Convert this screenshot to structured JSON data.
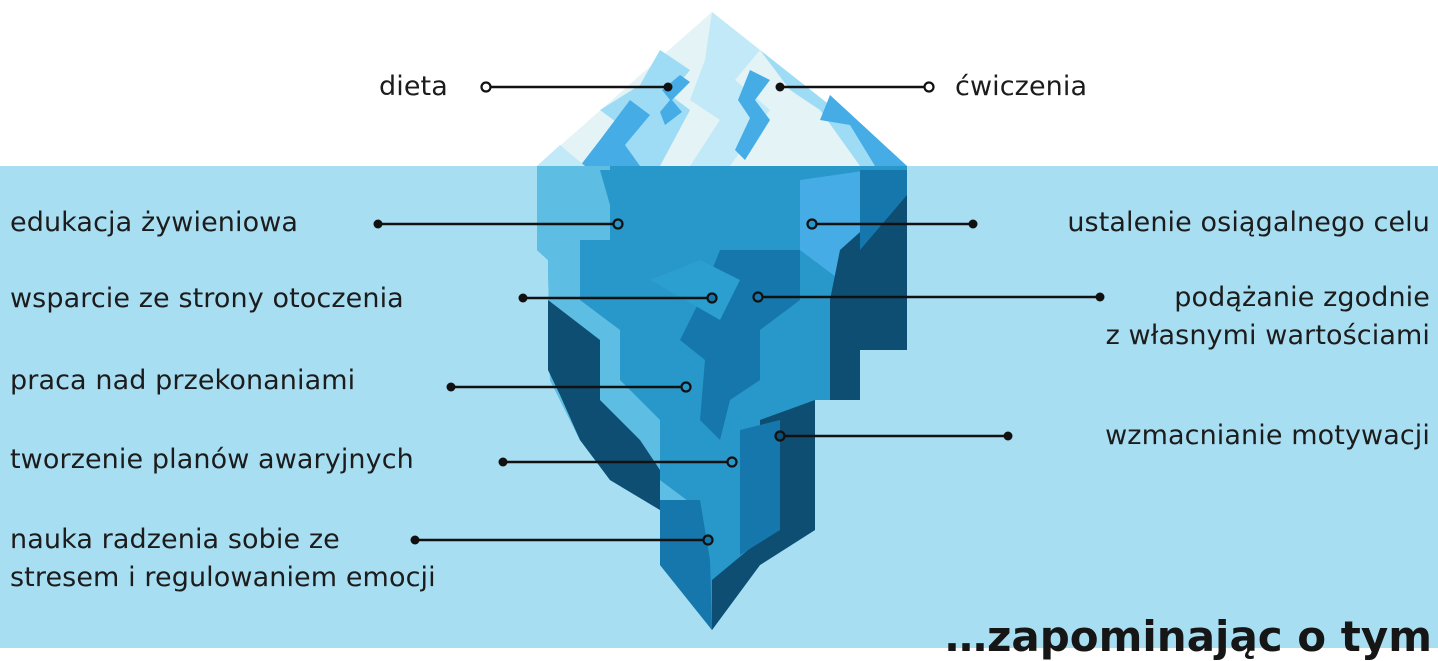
{
  "above_water": {
    "left_label": "dieta",
    "right_label": "ćwiczenia"
  },
  "below_water": {
    "left_labels": [
      [
        "edukacja żywieniowa"
      ],
      [
        "wsparcie ze strony otoczenia"
      ],
      [
        "praca nad przekonaniami"
      ],
      [
        "tworzenie planów awaryjnych"
      ],
      [
        "nauka radzenia sobie ze",
        "stresem i regulowaniem emocji"
      ]
    ],
    "right_labels": [
      [
        "ustalenie osiągalnego celu"
      ],
      [
        "podążanie zgodnie",
        "z własnymi wartościami"
      ],
      [
        "wzmacnianie motywacji"
      ]
    ]
  },
  "footer_text": "…zapominając o tym",
  "colors": {
    "water": "#a8def2",
    "ice_light": "#e3f3f6",
    "ice_mid": "#9edcf5",
    "ice_blue": "#46ace6",
    "berg_light": "#5dbde3",
    "berg_mid": "#2798c9",
    "berg_deep": "#1577ab",
    "berg_dark": "#0d4e72",
    "line": "#111111"
  }
}
